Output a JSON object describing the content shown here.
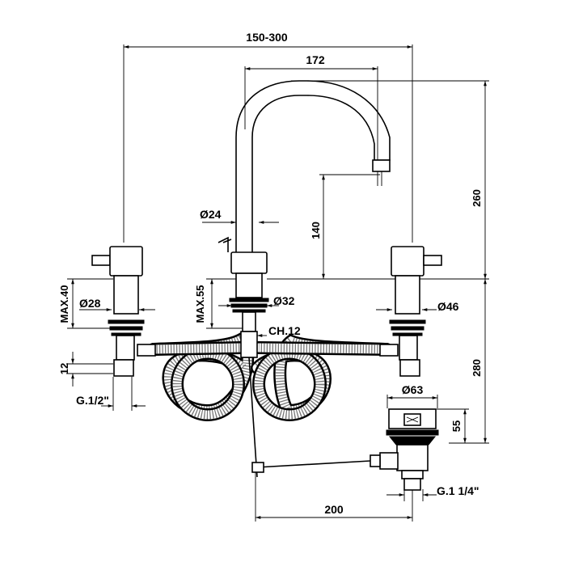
{
  "dimensions": {
    "overall_width": "150-300",
    "spout_reach": "172",
    "spout_height": "260",
    "spout_outlet_height": "140",
    "spout_diameter": "Ø24",
    "body_diameter": "Ø32",
    "max_deck_left": "MAX.40",
    "max_deck_center": "MAX.55",
    "handle_diameter": "Ø28",
    "valve_diameter": "Ø46",
    "wrench_size": "CH.12",
    "thread_length": "12",
    "inlet_thread": "G.1/2\"",
    "below_deck_height": "280",
    "waste_diameter": "Ø63",
    "waste_height": "55",
    "waste_offset": "200",
    "waste_thread": "G.1 1/4\""
  }
}
